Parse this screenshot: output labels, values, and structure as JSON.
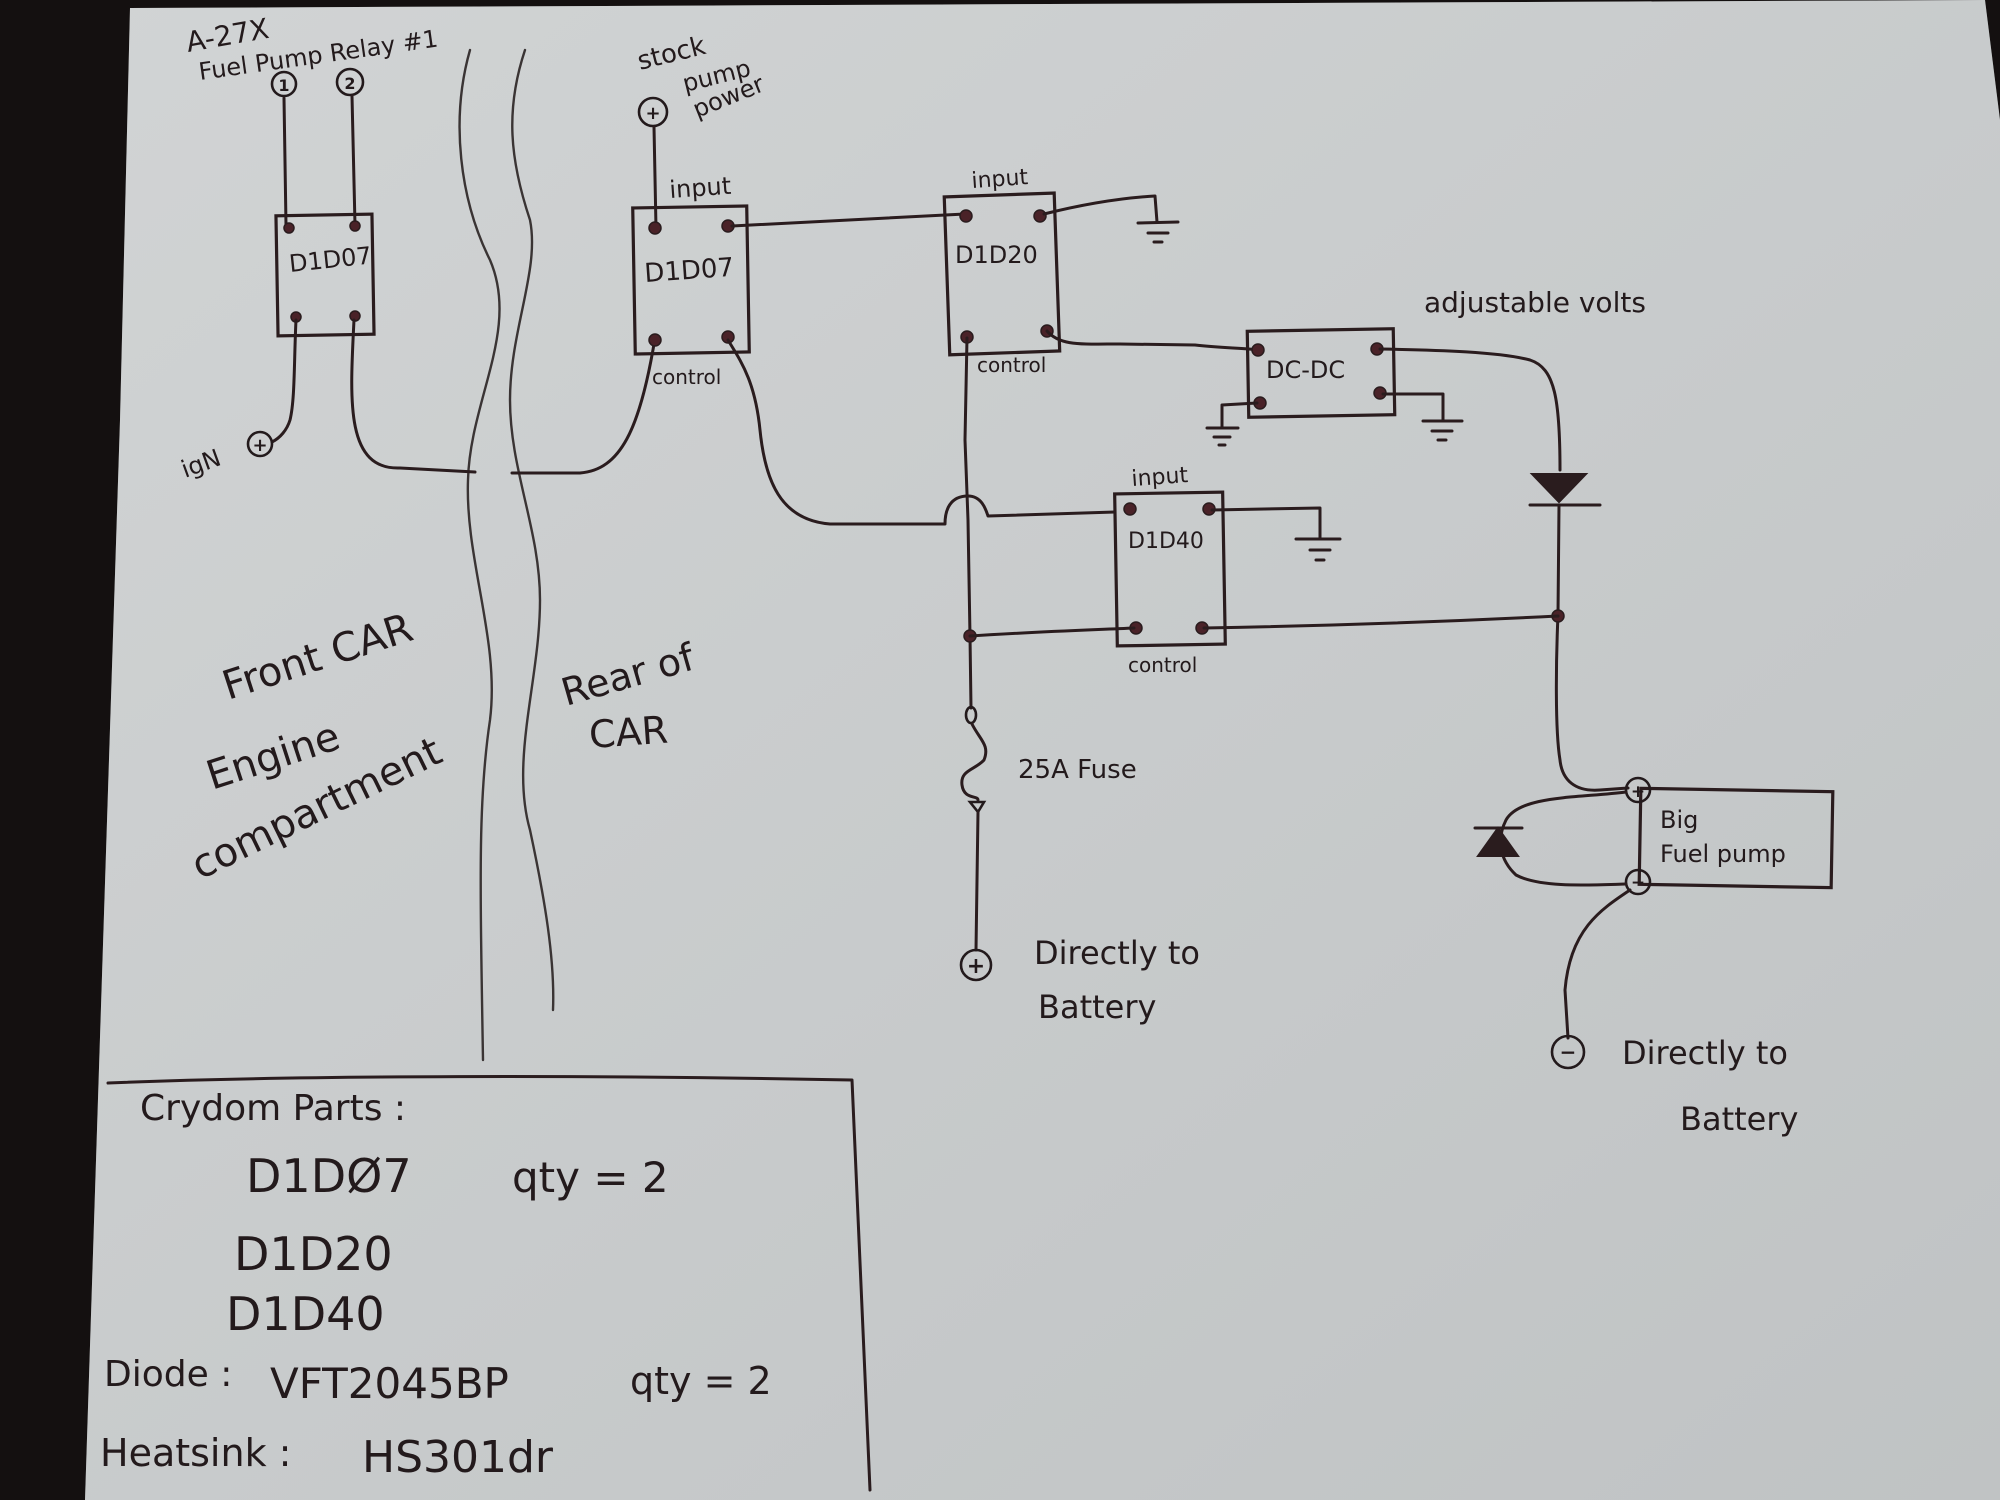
{
  "colors": {
    "paper": "#c9cccd",
    "ink": "#2a1c1e",
    "node": "#4a2228",
    "background": "#141010"
  },
  "header": {
    "relay_title_line1": "A-27X",
    "relay_title_line2": "Fuel Pump Relay #1",
    "relay_terminal_1": "1",
    "relay_terminal_2": "2"
  },
  "labels": {
    "stock_pump_power": [
      "stock",
      "pump",
      "power"
    ],
    "ign": "igN",
    "adjustable_volts": "adjustable volts",
    "front_car": "Front CAR",
    "engine": "Engine",
    "compartment": "compartment",
    "rear_of": "Rear of",
    "car": "CAR",
    "fuse": "25A Fuse",
    "battery_pos_line1": "Directly to",
    "battery_pos_line2": "Battery",
    "battery_neg_line1": "Directly to",
    "battery_neg_line2": "Battery",
    "plus": "+",
    "minus": "−"
  },
  "components": {
    "relay_front": {
      "name": "D1D07"
    },
    "relay_rear": {
      "name": "D1D07",
      "top_label": "input",
      "bottom_label": "control"
    },
    "relay_d1d20": {
      "name": "D1D20",
      "top_label": "input",
      "bottom_label": "control"
    },
    "relay_d1d40": {
      "name": "D1D40",
      "top_label": "input",
      "bottom_label": "control"
    },
    "dcdc": {
      "name": "DC-DC"
    },
    "fuel_pump": {
      "line1": "Big",
      "line2": "Fuel pump"
    }
  },
  "parts_list": {
    "title": "Crydom Parts :",
    "items": [
      {
        "part": "D1DØ7",
        "qty": "qty = 2"
      },
      {
        "part": "D1D20",
        "qty": ""
      },
      {
        "part": "D1D40",
        "qty": ""
      }
    ],
    "diode_label": "Diode :",
    "diode_part": "VFT2045BP",
    "diode_qty": "qty = 2",
    "heatsink_label": "Heatsink :",
    "heatsink_part": "HS301dr"
  }
}
